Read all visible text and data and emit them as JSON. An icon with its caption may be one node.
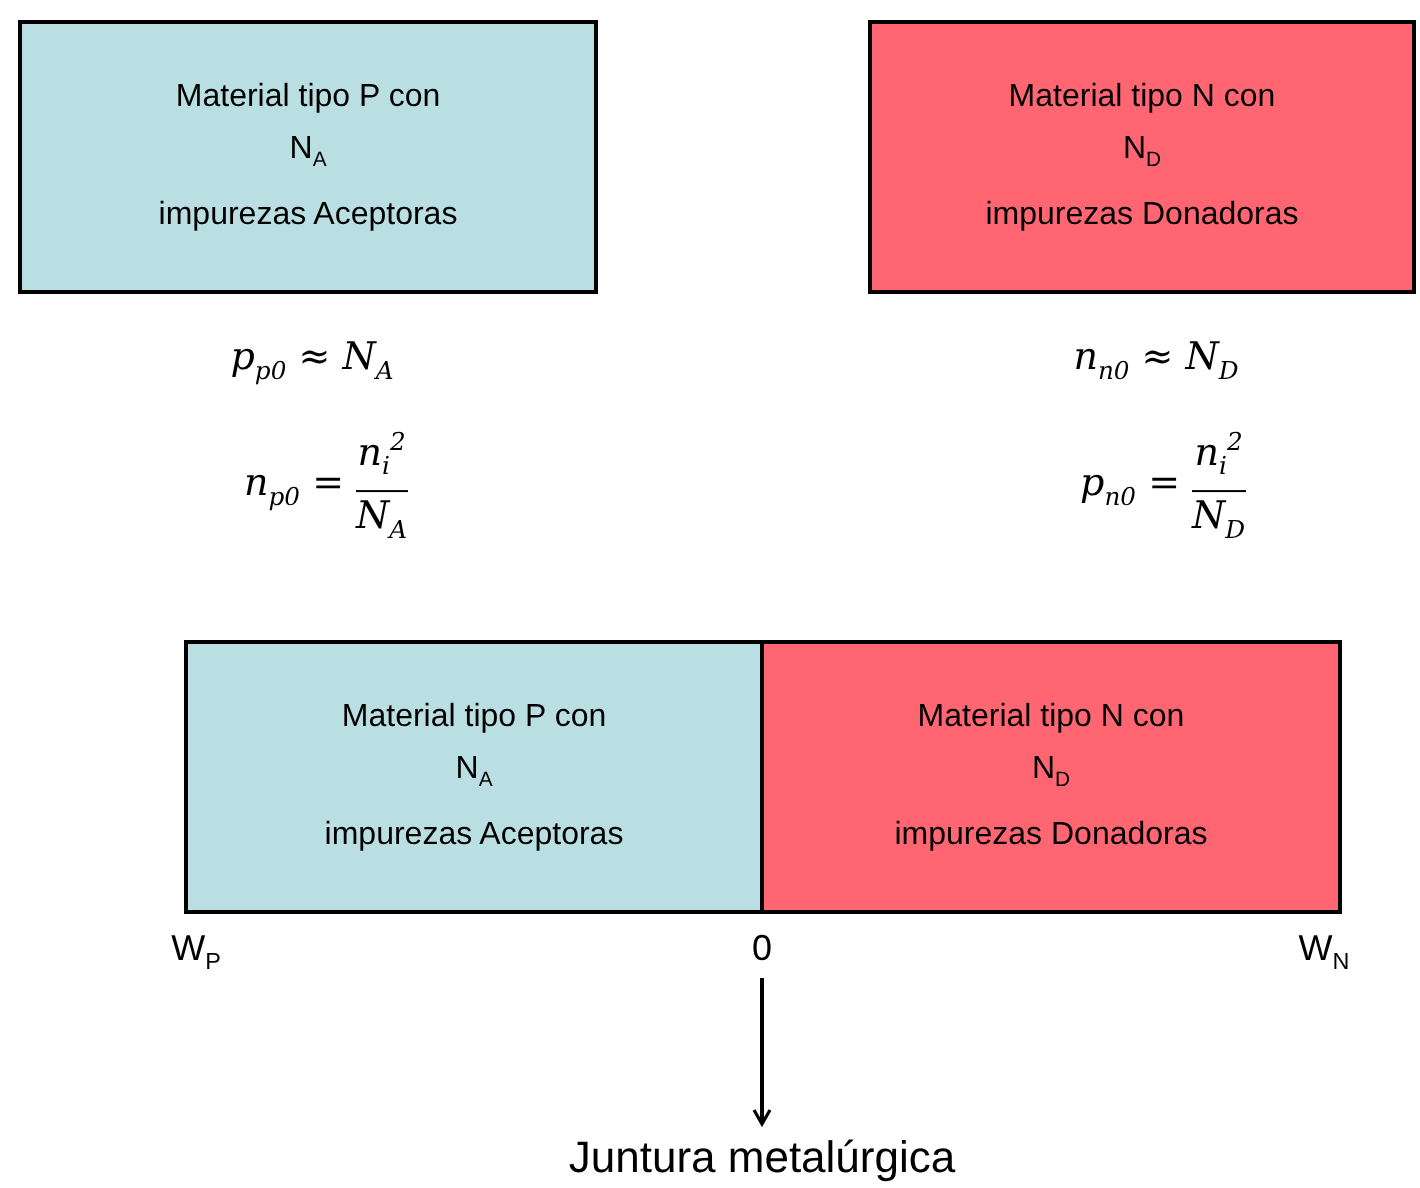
{
  "diagram": {
    "nodes": [
      {
        "text": [
          "Material tipo P con",
          "N$_{A}$",
          "impurezas Aceptoras"
        ]
      },
      {
        "text": [
          "Material tipo N con",
          "N$_{D}$",
          "impurezas Donadoras"
        ]
      },
      {
        "text": [
          "Material tipo P con",
          "N$_{A}$",
          "impurezas Aceptoras"
        ]
      },
      {
        "text": [
          "Material tipo N con",
          "N$_{D}$",
          "impurezas Donadoras"
        ]
      },
      {
        "text": [
          "0"
        ]
      },
      {
        "text": [
          "Juntura metalúrgica"
        ]
      }
    ],
    "edges": [
      {
        "from": 4,
        "to": 5,
        "arrow": "to"
      }
    ],
    "labels": [
      "p$_{p0}$ ≈ N$_{A}$",
      "n$_{n0}$ ≈ N$_{D}$",
      "n$_{p0}$ =",
      "n$_{i}$$^{2}$",
      "N$_{A}$",
      "p$_{n0}$ =",
      "n$_{i}$$^{2}$",
      "N$_{D}$",
      "W$_{P}$",
      "W$_{N}$"
    ]
  }
}
